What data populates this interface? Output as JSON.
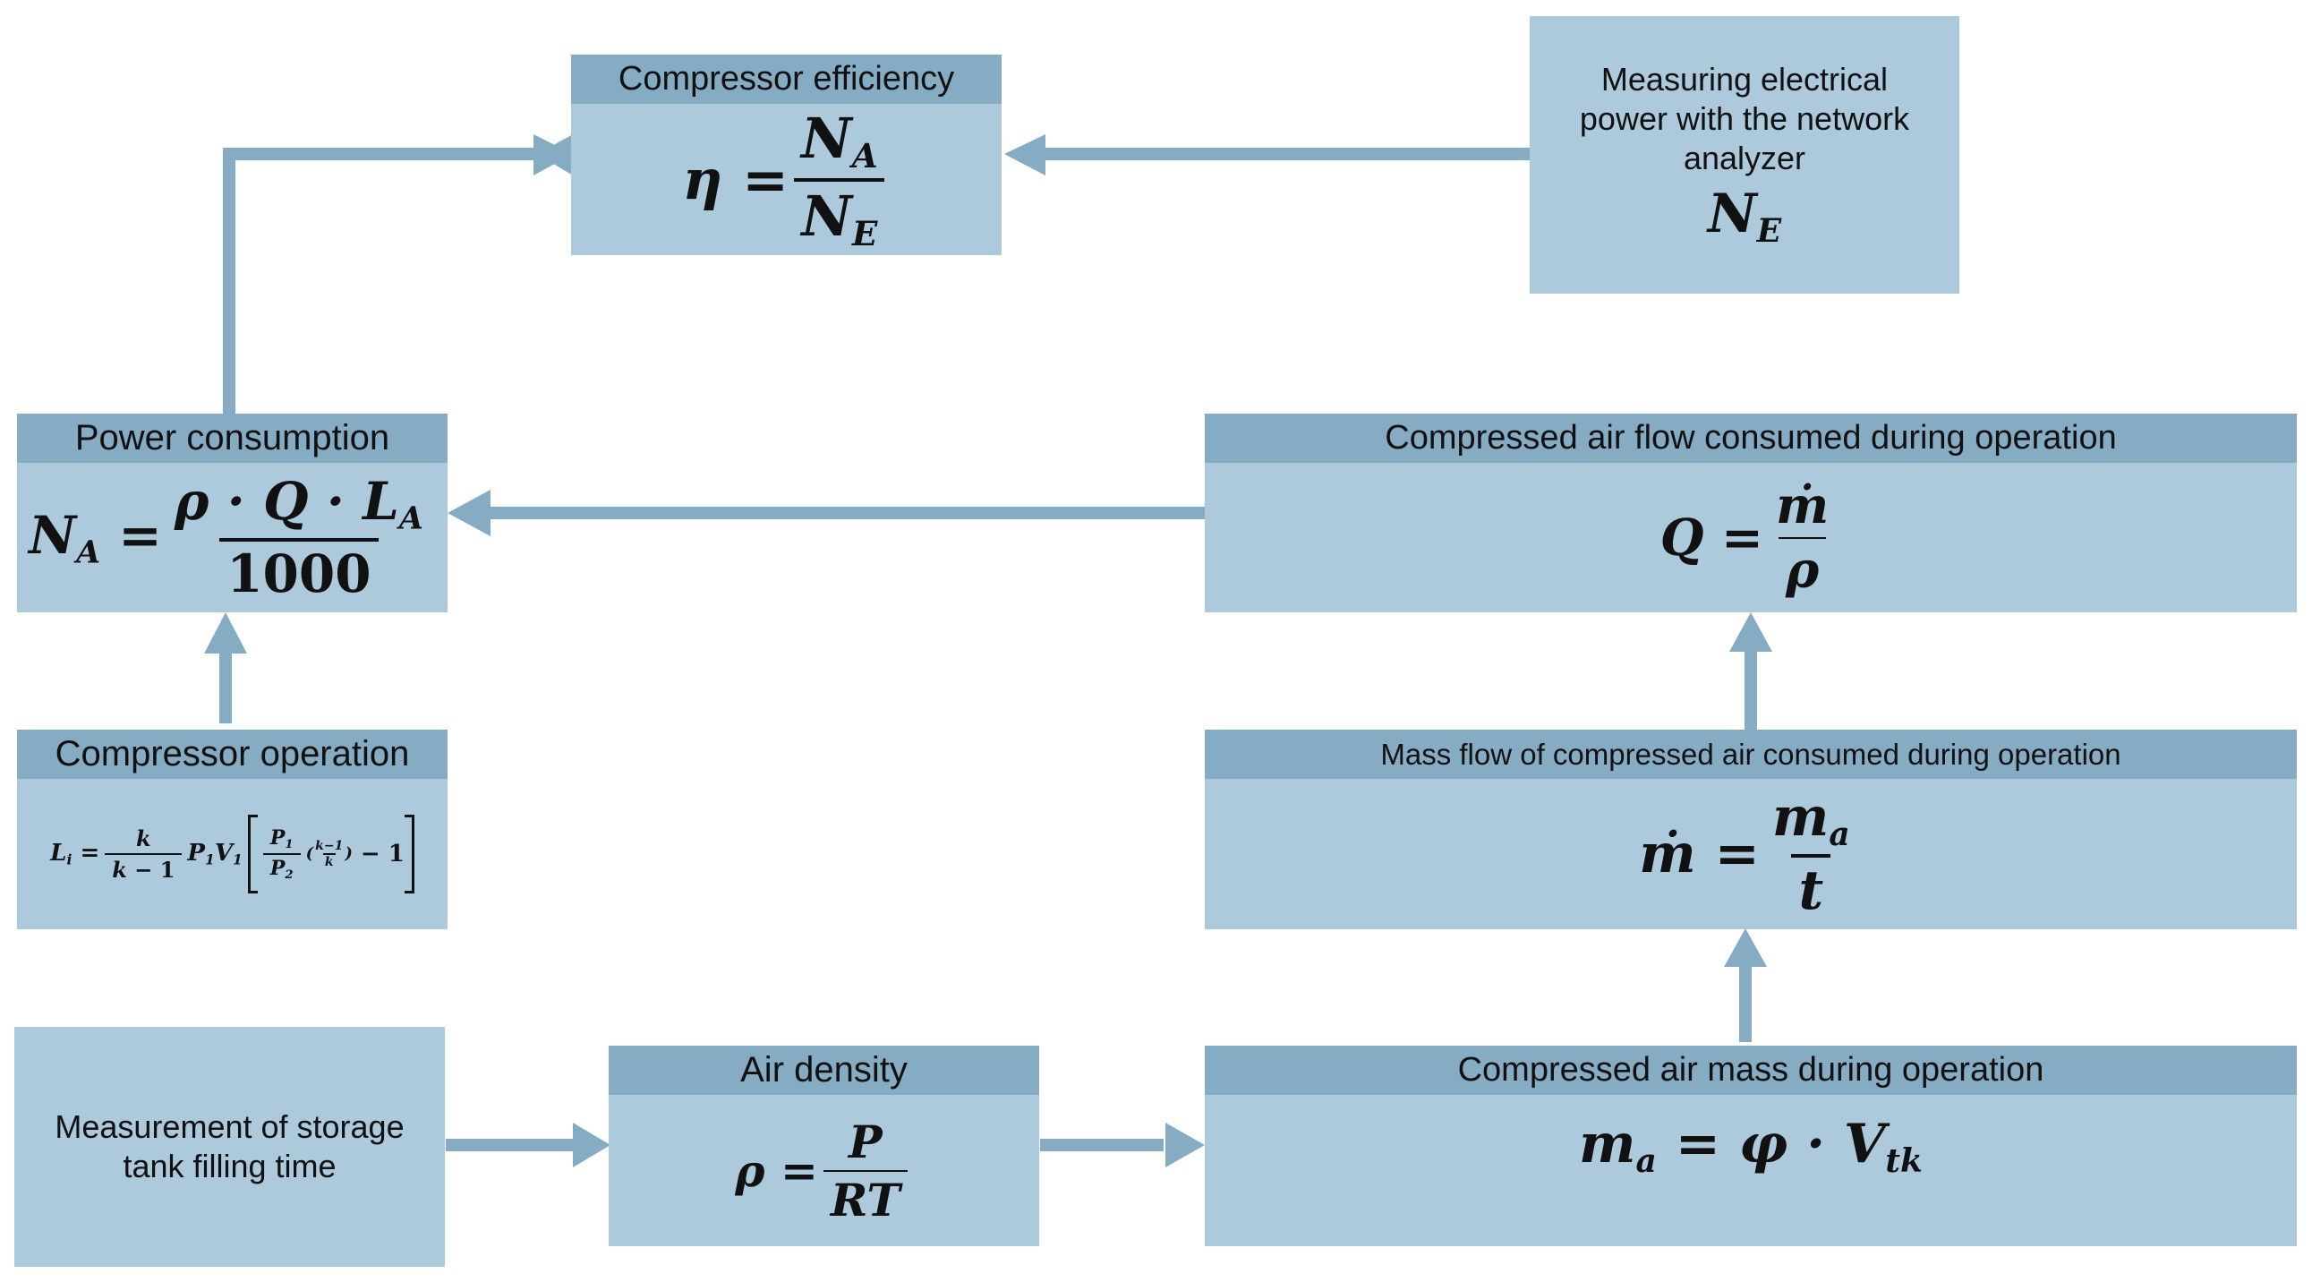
{
  "boxes": {
    "compressor_efficiency": {
      "title": "Compressor efficiency"
    },
    "electrical_power": {
      "text": "Measuring electrical power with the network analyzer"
    },
    "power_consumption": {
      "title": "Power consumption",
      "den": "1000"
    },
    "air_flow": {
      "title": "Compressed air flow consumed during operation"
    },
    "compressor_operation": {
      "title": "Compressor operation"
    },
    "mass_flow": {
      "title": "Mass flow of compressed air consumed during operation"
    },
    "filling_time": {
      "text": "Measurement of storage tank filling time"
    },
    "air_density": {
      "title": "Air density"
    },
    "air_mass": {
      "title": "Compressed air mass during operation"
    }
  },
  "colors": {
    "box_fill": "#adc9dc",
    "header_fill": "#86acc4",
    "arrow": "#86acc4"
  }
}
